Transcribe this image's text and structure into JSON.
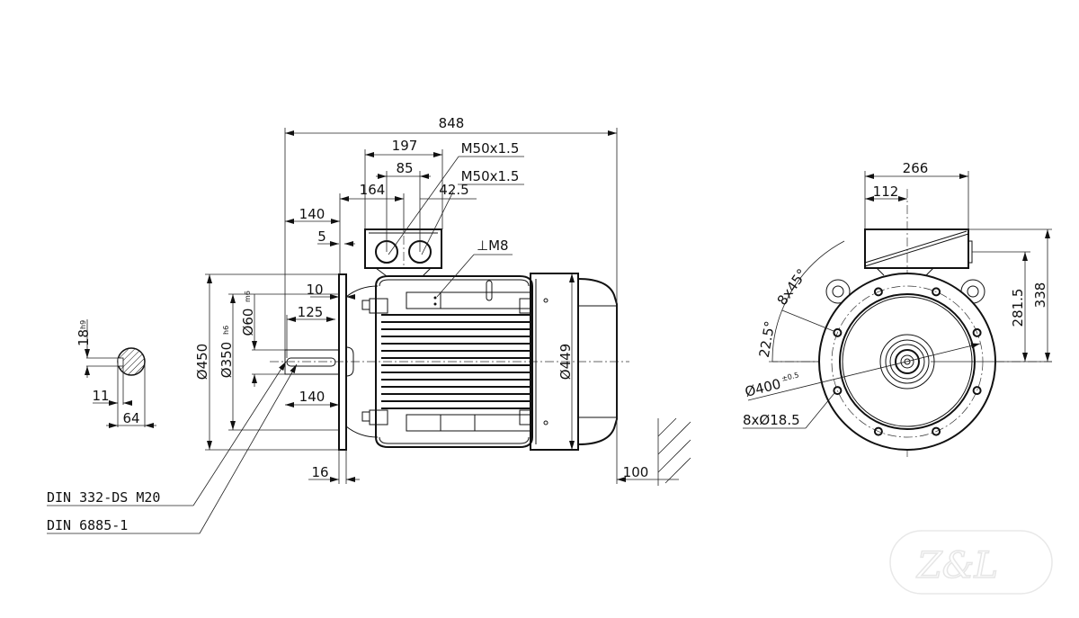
{
  "drawing": {
    "side_view": {
      "overall_length": "848",
      "terminal_box_width": "197",
      "gland_spacing": "85",
      "terminal_box_offset": "164",
      "gland_offset": "42.5",
      "gland_thread_1": "M50x1.5",
      "gland_thread_2": "M50x1.5",
      "flange_to_shaft_end": "140",
      "flange_gap": "5",
      "earth_thread": "⊥M8",
      "spigot_depth": "10",
      "key_length": "125",
      "shaft_length": "140",
      "flange_thickness": "16",
      "fan_clearance": "100",
      "flange_diameter": "Ø450",
      "spigot_diameter": "Ø350",
      "spigot_tolerance": "h6",
      "shaft_diameter": "Ø60",
      "shaft_tolerance": "m6",
      "body_diameter": "Ø449",
      "center_hole_standard": "DIN 332-DS M20",
      "key_standard": "DIN 6885-1"
    },
    "shaft_section": {
      "key_width": "18",
      "key_tolerance": "h9",
      "key_depth": "11",
      "shaft_height": "64"
    },
    "end_view": {
      "box_width": "266",
      "box_center_offset": "112",
      "gland_height": "281.5",
      "box_height": "338",
      "hole_angle": "8x45°",
      "hole_start_angle": "22.5°",
      "bolt_circle": "Ø400",
      "bolt_circle_tolerance": "±0.5",
      "holes": "8xØ18.5"
    },
    "watermark": "Z&L"
  }
}
